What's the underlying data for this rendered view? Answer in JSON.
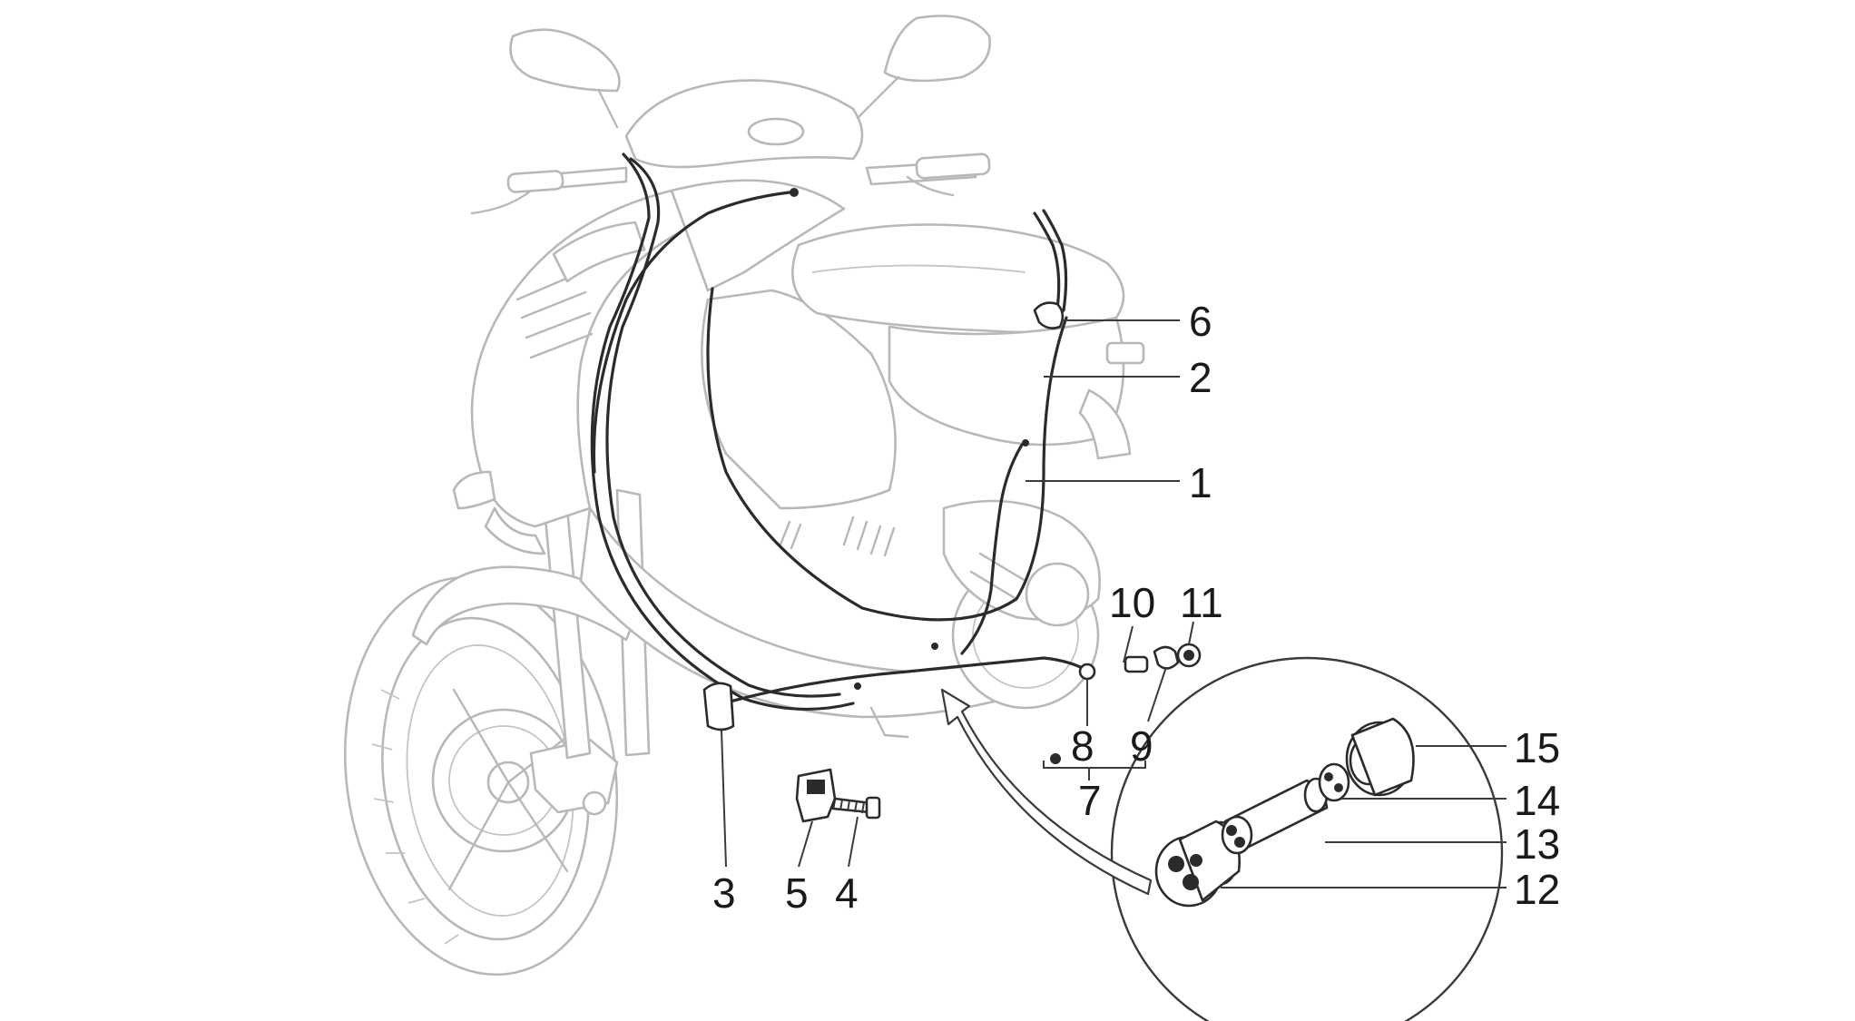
{
  "diagram": {
    "callouts": [
      {
        "id": "6",
        "label": "6"
      },
      {
        "id": "2",
        "label": "2"
      },
      {
        "id": "1",
        "label": "1"
      },
      {
        "id": "10",
        "label": "10"
      },
      {
        "id": "11",
        "label": "11"
      },
      {
        "id": "8",
        "label": "8"
      },
      {
        "id": "9",
        "label": "9"
      },
      {
        "id": "7",
        "label": "7"
      },
      {
        "id": "15",
        "label": "15"
      },
      {
        "id": "14",
        "label": "14"
      },
      {
        "id": "13",
        "label": "13"
      },
      {
        "id": "12",
        "label": "12"
      },
      {
        "id": "3",
        "label": "3"
      },
      {
        "id": "5",
        "label": "5"
      },
      {
        "id": "4",
        "label": "4"
      }
    ]
  }
}
